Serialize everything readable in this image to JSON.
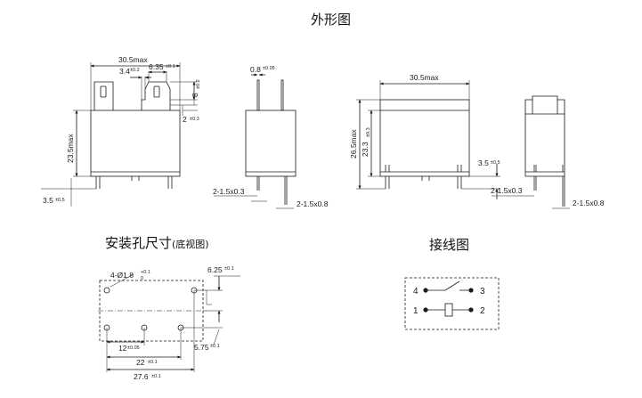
{
  "titles": {
    "outline": "外形图",
    "mounting": "安装孔尺寸",
    "mounting_note": "(底视图)",
    "wiring": "接线图"
  },
  "front_view": {
    "width": "30.5max",
    "pin_width": "3.4",
    "pin_width_tol": "±0.2",
    "pin_pitch": "6.35",
    "pin_pitch_tol": "±0.1",
    "tab_height": "8",
    "tab_height_tol": "±0.2",
    "gap": "2",
    "gap_tol": "±0.3",
    "height": "23.5max",
    "leg": "3.5",
    "leg_tol": "±0.5"
  },
  "side_view": {
    "pin_thickness": "0.8",
    "pin_thickness_tol": "±0.05",
    "pin_a": "2-1.5x0.3",
    "pin_b": "2-1.5x0.8"
  },
  "front_view_2": {
    "width": "30.5max",
    "height_total": "26.5max",
    "height_body": "23.3",
    "height_body_tol": "±0.3",
    "leg": "3.5",
    "leg_tol": "±0.5"
  },
  "side_view_2": {
    "pin_a": "2-1.5x0.3",
    "pin_b": "2-1.5x0.8"
  },
  "mounting": {
    "holes": "4-Ø1.8",
    "holes_tol_plus": "+0.1",
    "holes_tol_minus": "0",
    "offset_top": "6.25",
    "offset_top_tol": "±0.1",
    "pitch_small": "12",
    "pitch_small_tol": "±0.05",
    "pitch_mid": "22",
    "pitch_mid_tol": "±0.1",
    "pitch_total": "27.6",
    "pitch_total_tol": "±0.1",
    "offset_bottom": "5.75",
    "offset_bottom_tol": "±0.1"
  },
  "wiring": {
    "pin4": "4",
    "pin3": "3",
    "pin1": "1",
    "pin2": "2"
  }
}
